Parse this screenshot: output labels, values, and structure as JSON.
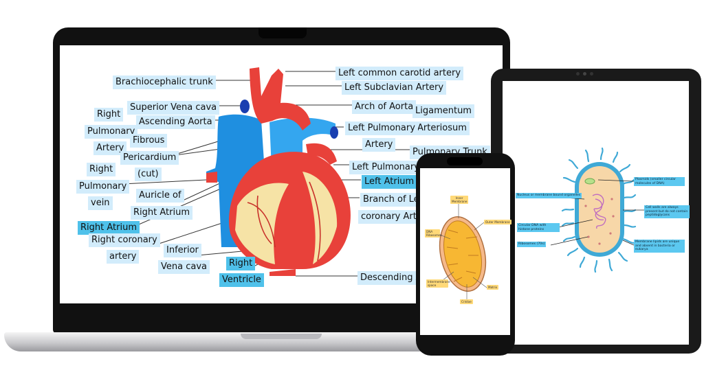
{
  "heart": {
    "labels": {
      "brachiocephalic": "Brachiocephalic trunk",
      "left_common_carotid": "Left common carotid artery",
      "left_subclavian": "Left Subclavian Artery",
      "right_pulmonary_artery_1": "Right",
      "right_pulmonary_artery_2": "Pulmonary",
      "right_pulmonary_artery_3": "Artery",
      "superior_vena_cava": "Superior Vena cava",
      "arch_of_aorta": "Arch of Aorta",
      "ligamentum_1": "Ligamentum",
      "ligamentum_2": "Arteriosum",
      "ascending_aorta": "Ascending Aorta",
      "left_pulmonary_artery_1": "Left Pulmonary",
      "left_pulmonary_artery_2": "Artery",
      "fibrous_1": "Fibrous",
      "fibrous_2": "Pericardium",
      "fibrous_3": "(cut)",
      "pulmonary_trunk": "Pulmonary Trunk",
      "right_pulmonary_vein_1": "Right",
      "right_pulmonary_vein_2": "Pulmonary",
      "right_pulmonary_vein_3": "vein",
      "left_pulmonary_vein": "Left Pulmonary",
      "left_atrium": "Left Atrium",
      "auricle_1": "Auricle of",
      "auricle_2": "Right Atrium",
      "branch_1": "Branch of Left",
      "branch_2": "coronary Artery",
      "right_atrium": "Right Atrium",
      "right_coronary_1": "Right coronary",
      "right_coronary_2": "artery",
      "inferior_1": "Inferior",
      "inferior_2": "Vena cava",
      "right_ventricle_1": "Right",
      "right_ventricle_2": "Ventricle",
      "descending": "Descending Aorta"
    }
  },
  "bacteria": {
    "labels": {
      "nucleus": "Nucleus or membrane bound organelles",
      "plasmids": "Plasmids (smaller circular molecules of DNA)",
      "cell_walls": "Cell walls are always present but do not contain peptidoglycans",
      "circular_dna": "Circular DNA with histone proteins",
      "ribosomes": "Ribosomes (70s)",
      "membrane_lipids": "Membrane lipids are unique and absent in bacteria or eukarya"
    }
  },
  "mitochondria": {
    "labels": {
      "inner_membrane": "Inner Membrane",
      "outer_membrane": "Outer Membrane",
      "dna_ribosomes": "DNA Ribosomes",
      "intermembrane_space": "Intermembrane space",
      "matrix": "Matrix",
      "cristae": "Cristae"
    }
  },
  "colors": {
    "heart_red": "#e8413a",
    "heart_blue": "#1f8fe0",
    "fat_yellow": "#f6e3a6",
    "label_highlight": "#d2ecfb",
    "label_strong": "#4fc1ea",
    "bacteria_wall": "#3fa9d6",
    "mito_orange": "#f7b733"
  }
}
